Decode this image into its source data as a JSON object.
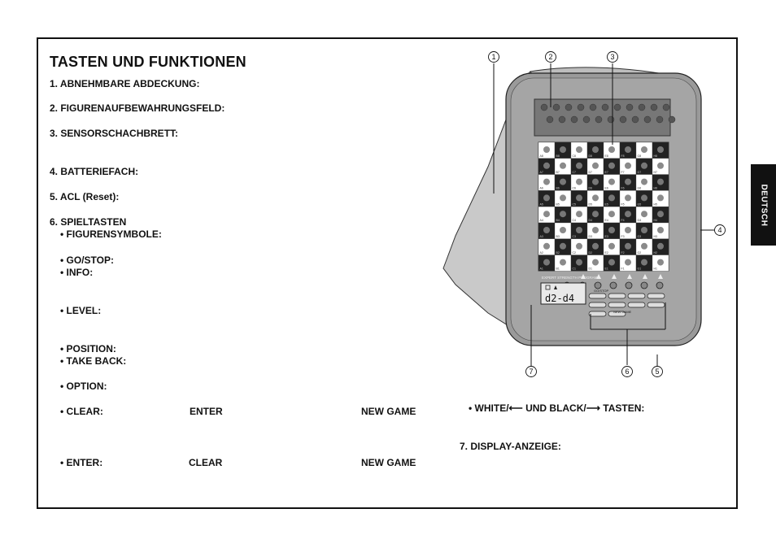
{
  "side_tab": "DEUTSCH",
  "title": "TASTEN UND FUNKTIONEN",
  "items": {
    "i1": "1. ABNEHMBARE ABDECKUNG:",
    "i2": "2. FIGURENAUFBEWAHRUNGSFELD:",
    "i3": "3. SENSORSCHACHBRETT:",
    "i4": "4. BATTERIEFACH:",
    "i5": "5. ACL (Reset):",
    "i6": "6. SPIELTASTEN",
    "figuren": "• FIGURENSYMBOLE:",
    "gostop": "• GO/STOP:",
    "info": "• INFO:",
    "level": "• LEVEL:",
    "position": "• POSITION:",
    "takeback": "• TAKE BACK:",
    "option": "• OPTION:",
    "clear": "• CLEAR:",
    "clear_enter": "ENTER",
    "clear_newgame": "NEW GAME",
    "enter": "• ENTER:",
    "enter_clear": "CLEAR",
    "enter_newgame": "NEW GAME",
    "white_black": "• WHITE/⟵ UND BLACK/⟶ TASTEN:",
    "i7": "7. DISPLAY-ANZEIGE:"
  },
  "callouts": [
    "1",
    "2",
    "3",
    "4",
    "5",
    "6",
    "7"
  ],
  "device": {
    "display_text": "d2-d4",
    "brand_text": "EXPERT STRENGTH PROGRAM",
    "new_game_label": "NEW GAME",
    "go_stop_label": "GO/STOP",
    "files": [
      "a",
      "b",
      "c",
      "d",
      "e",
      "f",
      "g",
      "h"
    ]
  }
}
